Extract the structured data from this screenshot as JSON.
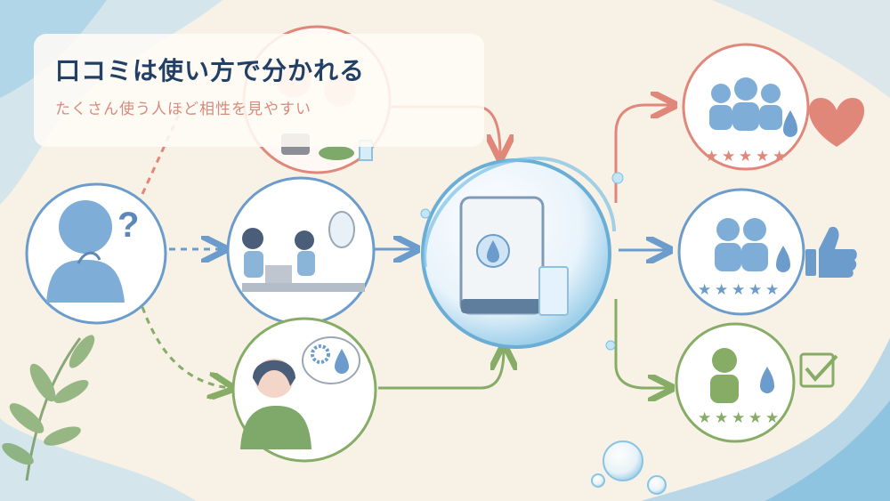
{
  "title": "口コミは使い方で分かれる",
  "subtitle": "たくさん使う人ほど相性を見やすい",
  "icons": {
    "question": "?",
    "star": "★"
  },
  "colors": {
    "red": "#e0877a",
    "blue": "#6b9ccc",
    "green": "#86ac66",
    "paper": "#f7f1e6",
    "title": "#223f66"
  },
  "ratings": {
    "heavy_users": 5,
    "regular_users": 5,
    "light_user": 5
  }
}
